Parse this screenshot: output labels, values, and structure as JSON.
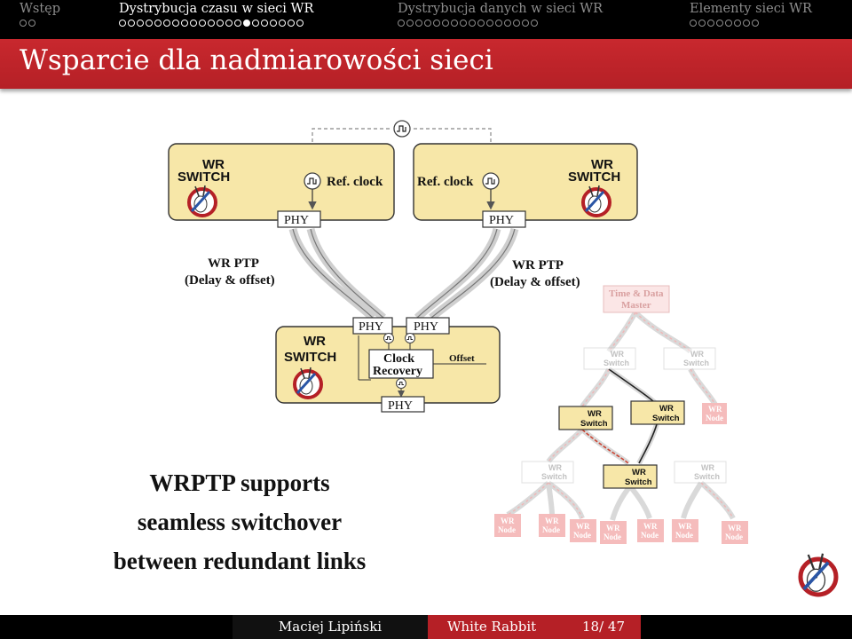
{
  "nav": {
    "sections": [
      {
        "label": "Wstęp",
        "dots": 2,
        "filled": -1,
        "active": false
      },
      {
        "label": "Dystrybucja czasu w sieci WR",
        "dots": 21,
        "filled": 14,
        "active": true
      },
      {
        "label": "Dystrybucja danych w sieci WR",
        "dots": 16,
        "filled": -1,
        "active": false
      },
      {
        "label": "Elementy sieci WR",
        "dots": 8,
        "filled": -1,
        "active": false
      }
    ]
  },
  "frame": {
    "title": "Wsparcie dla nadmiarowości sieci"
  },
  "diagram": {
    "switch_top_left": {
      "line1": "WR",
      "line2": "SWITCH",
      "clock": "Ref. clock",
      "phy": "PHY"
    },
    "switch_top_right": {
      "line1": "WR",
      "line2": "SWITCH",
      "clock": "Ref. clock",
      "phy": "PHY"
    },
    "ptp_left": {
      "line1": "WR PTP",
      "line2": "(Delay & offset)"
    },
    "ptp_right": {
      "line1": "WR PTP",
      "line2": "(Delay & offset)"
    },
    "switch_bottom": {
      "line1": "WR",
      "line2": "SWITCH",
      "phy_a": "PHY",
      "phy_b": "PHY",
      "phy_out": "PHY",
      "clock1": "Clock",
      "clock2": "Recovery",
      "offset": "Offset"
    },
    "tree": {
      "master1": "Time & Data",
      "master2": "Master",
      "wr": "WR",
      "switch": "Switch",
      "node": "Node"
    }
  },
  "caption": {
    "line1": "WRPTP supports",
    "line2": "seamless switchover",
    "line3": "between redundant links"
  },
  "footer": {
    "author": "Maciej Lipiński",
    "title": "White Rabbit",
    "page": "18/ 47"
  },
  "colors": {
    "accent": "#b52026",
    "box_fill": "#f7e7a8",
    "faded": "#d9a0a0"
  }
}
